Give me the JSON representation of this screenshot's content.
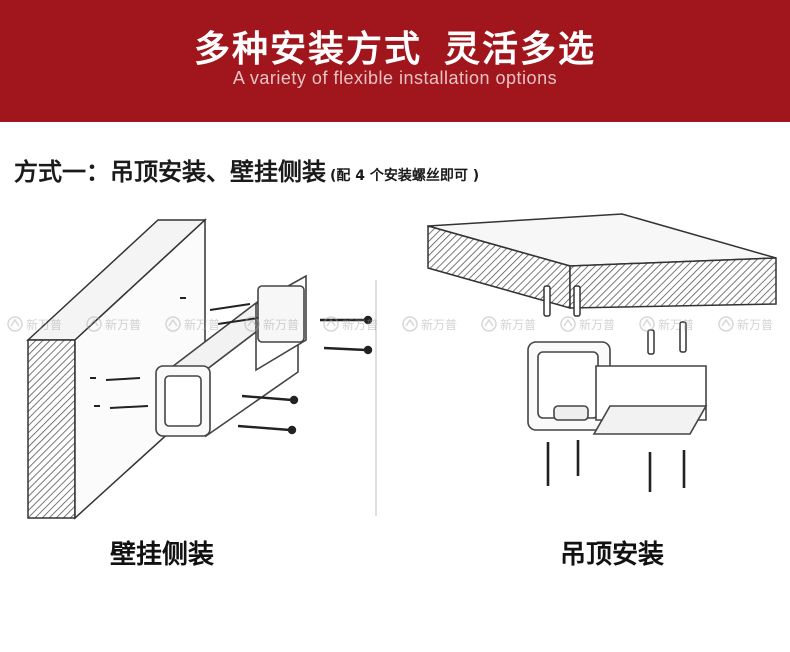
{
  "banner": {
    "title_part1": "多种安装方式",
    "title_part2": "灵活多选",
    "subtitle": "A variety of flexible installation options",
    "background": "#a0161c"
  },
  "method": {
    "heading": "方式一：吊顶安装、壁挂侧装",
    "note": "(配 4 个安装螺丝即可 )"
  },
  "illustrations": {
    "left_caption": "壁挂侧装",
    "right_caption": "吊顶安装"
  },
  "watermark": {
    "text": "新万普",
    "icon": "watermark-logo-icon"
  }
}
